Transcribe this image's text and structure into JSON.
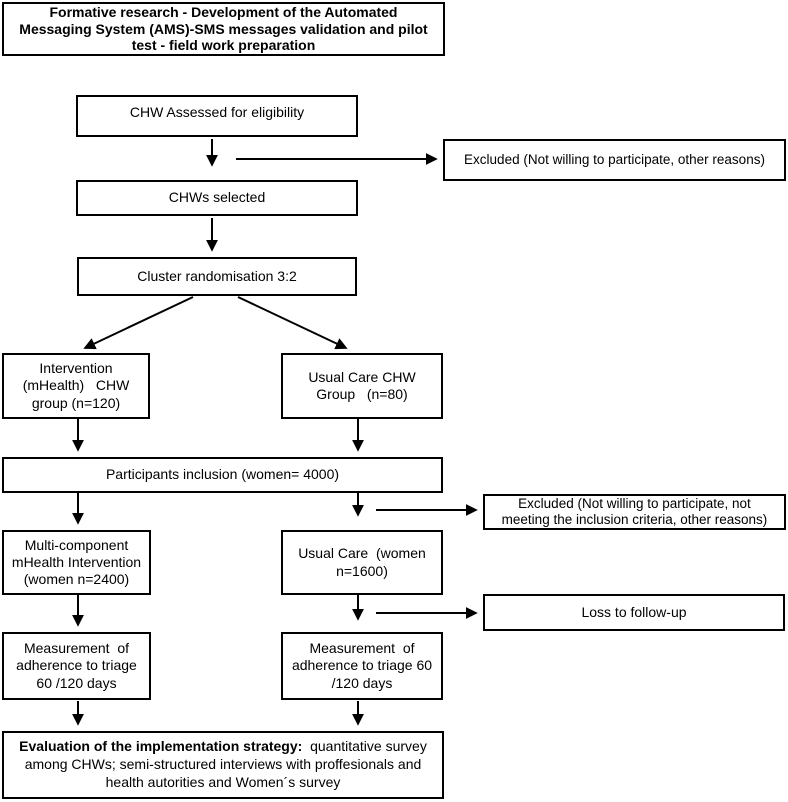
{
  "meta": {
    "background_color": "#ffffff",
    "line_color": "#000000",
    "diagram_type": "study-flowchart"
  },
  "title_box": {
    "text": "Formative research - Development of the Automated\nMessaging System (AMS)-SMS messages validation and pilot\ntest - field work preparation"
  },
  "nodes": {
    "chw_assessed": {
      "text": "CHW Assessed for eligibility"
    },
    "excluded_1": {
      "text": "Excluded (Not willing to participate, other reasons)"
    },
    "chws_selected": {
      "text": "CHWs selected"
    },
    "cluster_randomisation": {
      "text": "Cluster randomisation 3:2"
    },
    "intervention_group": {
      "text": "Intervention\n(mHealth)   CHW\ngroup (n=120)"
    },
    "usual_care_chw_group": {
      "text": "Usual Care CHW\nGroup   (n=80)"
    },
    "participants_inclusion": {
      "text": "Participants inclusion (women= 4000)"
    },
    "excluded_2": {
      "text": "Excluded (Not willing to participate, not\nmeeting the inclusion criteria, other reasons)"
    },
    "mhealth_intervention": {
      "text": "Multi-component\nmHealth Intervention\n(women n=2400)"
    },
    "usual_care_women": {
      "text": "Usual Care  (women\nn=1600)"
    },
    "loss_to_follow_up": {
      "text": "Loss to follow-up"
    },
    "measurement_intervention": {
      "text": "Measurement  of\nadherence to triage\n60 /120 days"
    },
    "measurement_usual_care": {
      "text": "Measurement  of\nadherence to triage 60\n/120 days"
    },
    "evaluation": {
      "bold": "Evaluation of the implementation strategy:",
      "rest": "  quantitative survey among CHWs; semi-structured interviews with proffesionals and health autorities and Women´s survey"
    }
  }
}
